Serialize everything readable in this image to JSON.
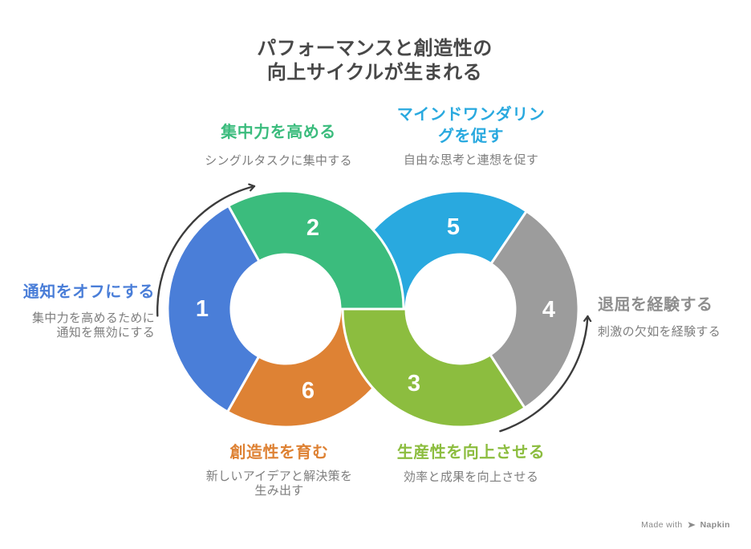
{
  "title": "パフォーマンスと創造性の\n向上サイクルが生まれる",
  "colors": {
    "blue": "#4A7ED8",
    "green": "#3BBC7D",
    "cyan": "#29A9DF",
    "gray": "#9C9C9C",
    "lime": "#8CBD3F",
    "orange": "#DE8234",
    "number_text": "#FFFFFF",
    "title_text": "#484848",
    "desc_text": "#7E7E7E",
    "boredom_heading": "#8E8E8E",
    "arrow": "#3C3C3C"
  },
  "steps": [
    {
      "num": "1",
      "heading": "通知をオフにする",
      "desc": "集中力を高めるために\n通知を無効にする"
    },
    {
      "num": "2",
      "heading": "集中力を高める",
      "desc": "シングルタスクに集中する"
    },
    {
      "num": "3",
      "heading": "生産性を向上させる",
      "desc": "効率と成果を向上させる"
    },
    {
      "num": "4",
      "heading": "退屈を経験する",
      "desc": "刺激の欠如を経験する"
    },
    {
      "num": "5",
      "heading": "マインドワンダリン\nグを促す",
      "desc": "自由な思考と連想を促す"
    },
    {
      "num": "6",
      "heading": "創造性を育む",
      "desc": "新しいアイデアと解決策を\n生み出す"
    }
  ],
  "footer": {
    "made_with": "Made with",
    "brand": "Napkin"
  }
}
